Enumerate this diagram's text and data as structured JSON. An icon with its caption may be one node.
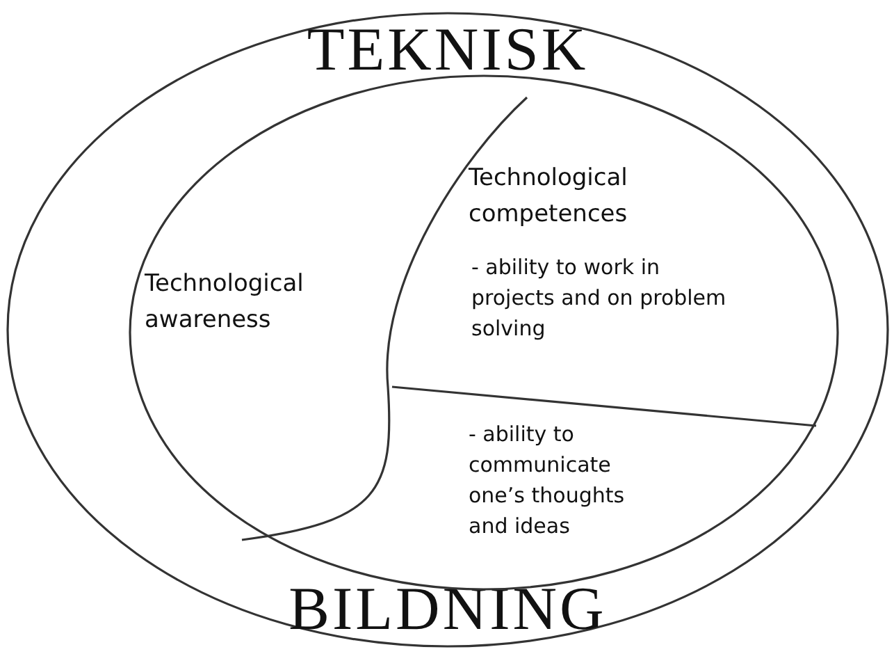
{
  "diagram": {
    "nodes": [
      {
        "text": [
          "TEKNISK",
          "BILDNING"
        ]
      },
      {
        "text": [],
        "shape": "ellipse",
        "in": 0
      },
      {
        "text": [
          "Technological awareness"
        ],
        "in": 1
      },
      {
        "text": [
          "Technological competences",
          "- ability to work in projects and on problem solving"
        ],
        "in": 1
      },
      {
        "text": [
          "- ability to communicate one’s thoughts and ideas"
        ],
        "in": 1
      }
    ]
  }
}
